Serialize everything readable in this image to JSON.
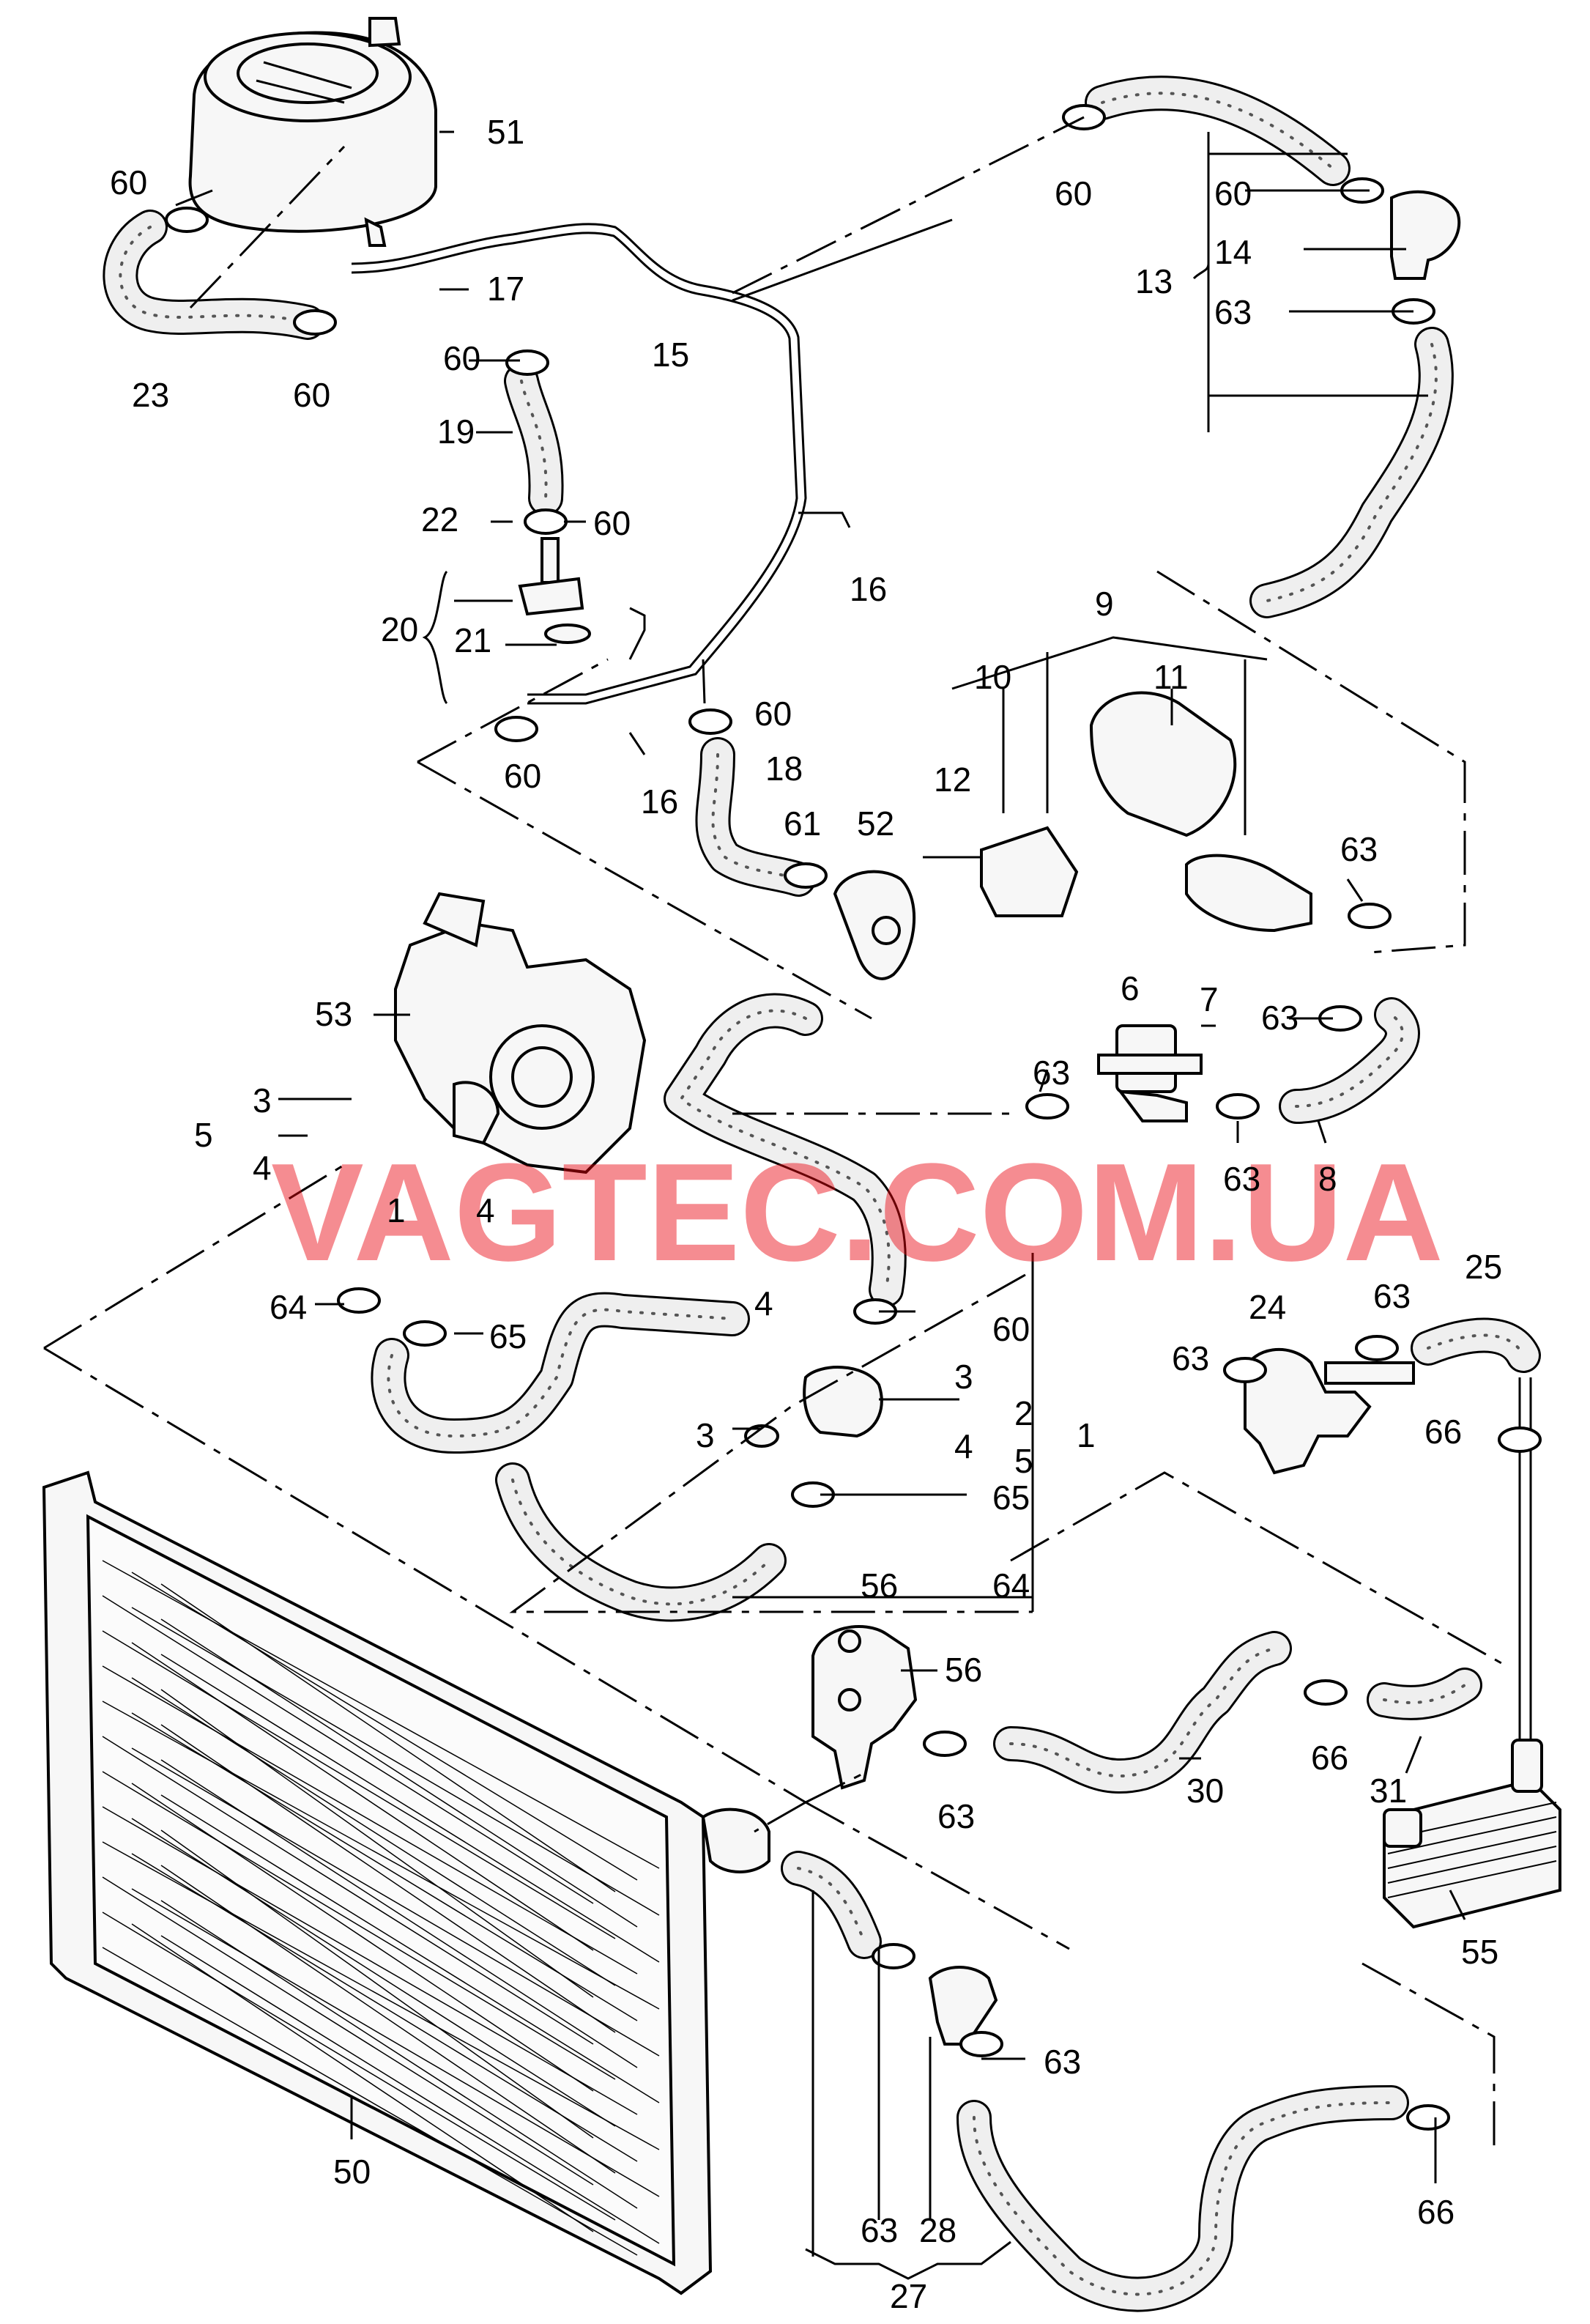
{
  "watermark": "VAGTEC.COM.UA",
  "callouts": [
    {
      "id": "51",
      "text": "51"
    },
    {
      "id": "60a",
      "text": "60"
    },
    {
      "id": "23",
      "text": "23"
    },
    {
      "id": "60b",
      "text": "60"
    },
    {
      "id": "17",
      "text": "17"
    },
    {
      "id": "15",
      "text": "15"
    },
    {
      "id": "60c",
      "text": "60"
    },
    {
      "id": "19",
      "text": "19"
    },
    {
      "id": "22",
      "text": "22"
    },
    {
      "id": "60d",
      "text": "60"
    },
    {
      "id": "20",
      "text": "20"
    },
    {
      "id": "21",
      "text": "21"
    },
    {
      "id": "16a",
      "text": "16"
    },
    {
      "id": "60e",
      "text": "60"
    },
    {
      "id": "60f",
      "text": "60"
    },
    {
      "id": "16b",
      "text": "16"
    },
    {
      "id": "18",
      "text": "18"
    },
    {
      "id": "61",
      "text": "61"
    },
    {
      "id": "52",
      "text": "52"
    },
    {
      "id": "12",
      "text": "12"
    },
    {
      "id": "10",
      "text": "10"
    },
    {
      "id": "9",
      "text": "9"
    },
    {
      "id": "11",
      "text": "11"
    },
    {
      "id": "63a",
      "text": "63"
    },
    {
      "id": "60g",
      "text": "60"
    },
    {
      "id": "60h",
      "text": "60"
    },
    {
      "id": "14",
      "text": "14"
    },
    {
      "id": "13",
      "text": "13"
    },
    {
      "id": "63b",
      "text": "63"
    },
    {
      "id": "53",
      "text": "53"
    },
    {
      "id": "3a",
      "text": "3"
    },
    {
      "id": "5a",
      "text": "5"
    },
    {
      "id": "4a",
      "text": "4"
    },
    {
      "id": "1a",
      "text": "1"
    },
    {
      "id": "4b",
      "text": "4"
    },
    {
      "id": "6",
      "text": "6"
    },
    {
      "id": "7",
      "text": "7"
    },
    {
      "id": "63c",
      "text": "63"
    },
    {
      "id": "63d",
      "text": "63"
    },
    {
      "id": "63e",
      "text": "63"
    },
    {
      "id": "8",
      "text": "8"
    },
    {
      "id": "64a",
      "text": "64"
    },
    {
      "id": "65a",
      "text": "65"
    },
    {
      "id": "4c",
      "text": "4"
    },
    {
      "id": "60i",
      "text": "60"
    },
    {
      "id": "3b",
      "text": "3"
    },
    {
      "id": "2",
      "text": "2"
    },
    {
      "id": "4d",
      "text": "4"
    },
    {
      "id": "3c",
      "text": "3"
    },
    {
      "id": "5b",
      "text": "5"
    },
    {
      "id": "1b",
      "text": "1"
    },
    {
      "id": "65b",
      "text": "65"
    },
    {
      "id": "56a",
      "text": "56"
    },
    {
      "id": "64b",
      "text": "64"
    },
    {
      "id": "24",
      "text": "24"
    },
    {
      "id": "63f",
      "text": "63"
    },
    {
      "id": "25",
      "text": "25"
    },
    {
      "id": "63g",
      "text": "63"
    },
    {
      "id": "66a",
      "text": "66"
    },
    {
      "id": "56b",
      "text": "56"
    },
    {
      "id": "63h",
      "text": "63"
    },
    {
      "id": "30",
      "text": "30"
    },
    {
      "id": "66b",
      "text": "66"
    },
    {
      "id": "31",
      "text": "31"
    },
    {
      "id": "55",
      "text": "55"
    },
    {
      "id": "50",
      "text": "50"
    },
    {
      "id": "63i",
      "text": "63"
    },
    {
      "id": "63j",
      "text": "63"
    },
    {
      "id": "28",
      "text": "28"
    },
    {
      "id": "66c",
      "text": "66"
    },
    {
      "id": "27",
      "text": "27"
    }
  ]
}
